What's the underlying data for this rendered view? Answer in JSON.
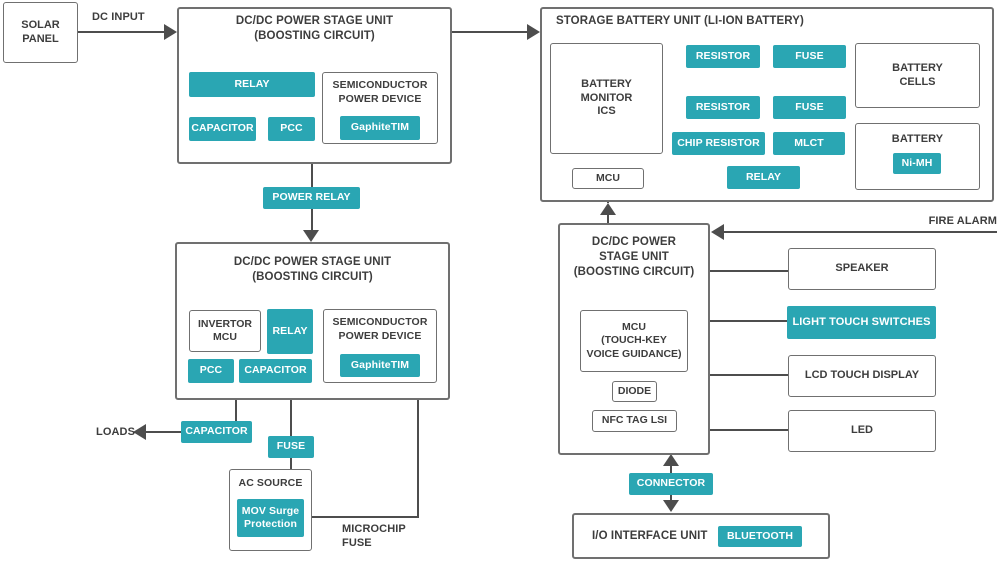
{
  "colors": {
    "teal": "#2aa6b3",
    "border": "#707070",
    "line": "#4d4d4d",
    "text": "#3d3d3d"
  },
  "solar_panel": {
    "label": "SOLAR\nPANEL"
  },
  "flow": {
    "dc_input": "DC INPUT",
    "power_relay": "POWER RELAY",
    "loads": "LOADS",
    "microchip_fuse": "MICROCHIP\nFUSE",
    "fire_alarm": "FIRE ALARM",
    "connector": "CONNECTOR"
  },
  "unit1": {
    "title": "DC/DC POWER STAGE UNIT\n(BOOSTING CIRCUIT)",
    "relay": "RELAY",
    "capacitor": "CAPACITOR",
    "pcc": "PCC",
    "semiconductor": {
      "title": "SEMICONDUCTOR\nPOWER DEVICE",
      "graphite_tim": "GaphiteTIM"
    }
  },
  "storage": {
    "title": "STORAGE BATTERY UNIT (LI-ION BATTERY)",
    "battery_monitor_ics": "BATTERY\nMONITOR\nICS",
    "mcu": "MCU",
    "resistor_top": "RESISTOR",
    "resistor_bottom": "RESISTOR",
    "fuse_top": "FUSE",
    "fuse_bottom": "FUSE",
    "chip_resistor": "CHIP RESISTOR",
    "mlct": "MLCT",
    "relay": "RELAY",
    "battery_cells": "BATTERY\nCELLS",
    "battery": {
      "title": "BATTERY",
      "ni_mh": "Ni-MH"
    }
  },
  "unit2": {
    "title": "DC/DC POWER STAGE UNIT\n(BOOSTING CIRCUIT)",
    "invertor_mcu": "INVERTOR\nMCU",
    "relay": "RELAY",
    "pcc": "PCC",
    "capacitor": "CAPACITOR",
    "semiconductor": {
      "title": "SEMICONDUCTOR\nPOWER DEVICE",
      "graphite_tim": "GaphiteTIM"
    }
  },
  "output_path": {
    "capacitor": "CAPACITOR",
    "fuse": "FUSE",
    "ac_source": {
      "title": "AC SOURCE",
      "mov": "MOV Surge\nProtection"
    }
  },
  "unit3": {
    "title": "DC/DC POWER\nSTAGE UNIT\n(BOOSTING CIRCUIT)",
    "mcu": "MCU\n(TOUCH-KEY\nVOICE GUIDANCE)",
    "diode": "DIODE",
    "nfc_tag_lsi": "NFC TAG LSI"
  },
  "peripherals": {
    "speaker": "SPEAKER",
    "light_touch_switches": "LIGHT TOUCH SWITCHES",
    "lcd_touch_display": "LCD TOUCH DISPLAY",
    "led": "LED"
  },
  "io_unit": {
    "title": "I/O INTERFACE UNIT",
    "bluetooth": "BLUETOOTH"
  }
}
